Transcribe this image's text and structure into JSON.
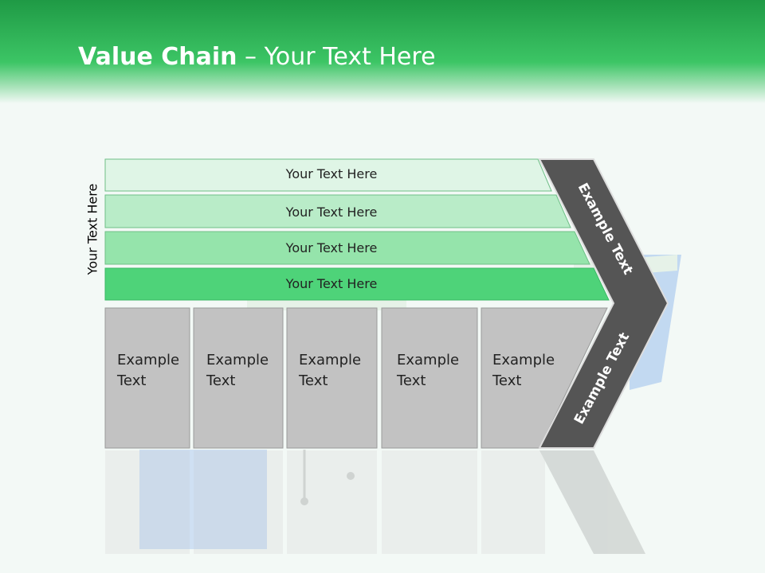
{
  "title": {
    "bold": "Value Chain",
    "rest": " – Your Text Here"
  },
  "side_label": "Your Text Here",
  "bars": [
    {
      "label": "Your Text Here",
      "color": "#dff5e6"
    },
    {
      "label": "Your Text Here",
      "color": "#b9ecc8"
    },
    {
      "label": "Your Text Here",
      "color": "#95e4ab"
    },
    {
      "label": "Your Text Here",
      "color": "#4ed379"
    }
  ],
  "boxes": [
    {
      "line1": "Example",
      "line2": "Text"
    },
    {
      "line1": "Example",
      "line2": "Text"
    },
    {
      "line1": "Example",
      "line2": "Text"
    },
    {
      "line1": "Example",
      "line2": "Text"
    },
    {
      "line1": "Example",
      "line2": "Text"
    }
  ],
  "chevron": {
    "upper": "Example Text",
    "lower": "Example Text",
    "color": "#555555"
  },
  "colors": {
    "header": "#2fb85a",
    "box": "#c2c2c2"
  }
}
